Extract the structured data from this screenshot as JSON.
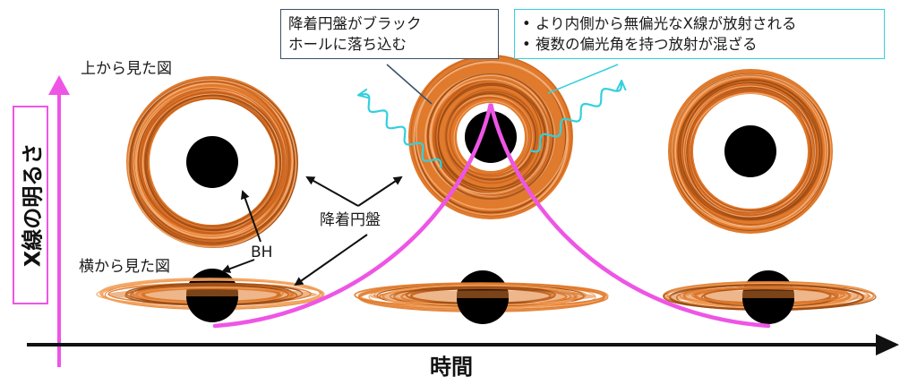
{
  "labels": {
    "top_view": "上から見た図",
    "side_view": "横から見た図",
    "disk": "降着円盤",
    "bh": "BH",
    "y_axis": "X線の明るさ",
    "x_axis": "時間"
  },
  "callouts": {
    "infall_line1": "降着円盤がブラック",
    "infall_line2": "ホールに落ち込む",
    "notes": [
      "• より内側から無偏光なX線が放射される",
      "• 複数の偏光角を持つ放射が混ざる"
    ]
  },
  "colors": {
    "disk": "#e07a2c",
    "disk_dark": "#9a4a14",
    "blackhole": "#000000",
    "curve": "#ee55e5",
    "xray": "#33d0dc",
    "arrow": "#111111"
  }
}
